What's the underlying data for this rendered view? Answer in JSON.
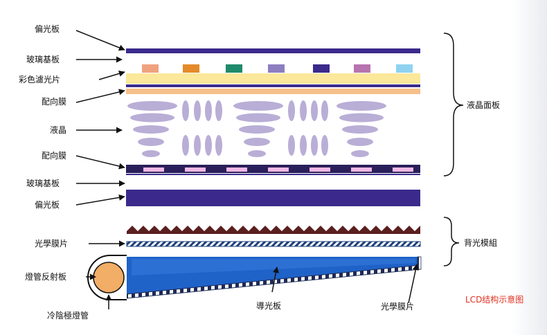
{
  "labels_left": {
    "polarizer_top": "偏光板",
    "glass_top": "玻璃基板",
    "color_filter": "彩色濾光片",
    "alignment_top": "配向膜",
    "liquid_crystal": "液晶",
    "alignment_bottom": "配向膜",
    "glass_bottom": "玻璃基板",
    "polarizer_bottom": "偏光板",
    "optical_film_left": "光學膜片",
    "lamp_reflector": "燈管反射板",
    "ccfl": "冷陰極燈管"
  },
  "labels_right": {
    "lcd_panel": "液晶面板",
    "backlight_module": "背光模組"
  },
  "labels_bottom": {
    "light_guide": "導光板",
    "optical_film_bottom": "光學膜片"
  },
  "caption": "LCD结构示意图",
  "colors": {
    "polarizer": "#3b2a8c",
    "filter_cells": [
      "#f0a27f",
      "#e58a2a",
      "#1f8a6b",
      "#8c7ec0",
      "#3b2a8c",
      "#b774b0",
      "#8fd3f0"
    ],
    "yellow": "#fbe89a",
    "peach": "#f6c08a",
    "crystal": "#b9aed6",
    "electrode": "#f4b8e4",
    "prism": "#5a1f1f",
    "light_guide": "#1f62c8",
    "lamp": "#f2ad66",
    "caption": "#e03020"
  }
}
